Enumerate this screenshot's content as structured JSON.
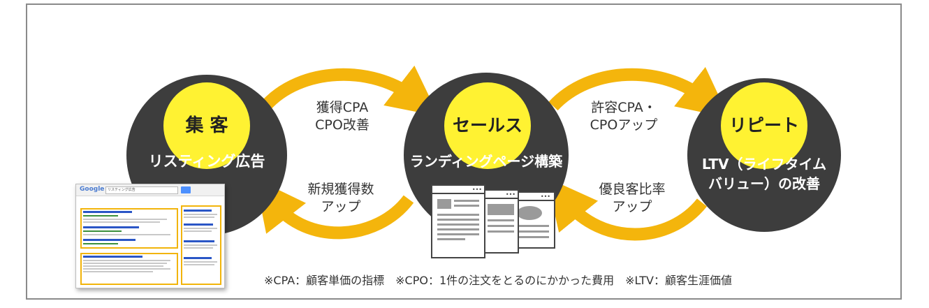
{
  "colors": {
    "circle": "#3d3d3d",
    "accent_yellow": "#fff232",
    "arrow_orange": "#f4b50c",
    "frame": "#8a8a8a",
    "text_dark": "#333333"
  },
  "stages": [
    {
      "title": "集 客",
      "subtitle_lines": [
        "リスティング広告"
      ]
    },
    {
      "title": "セールス",
      "subtitle_lines": [
        "ランディングページ構築"
      ]
    },
    {
      "title": "リピート",
      "subtitle_lines": [
        "LTV（ライフタイム",
        "バリュー）の改善"
      ]
    }
  ],
  "arrows": {
    "top_left": [
      "獲得CPA",
      "CPO改善"
    ],
    "top_right": [
      "許容CPA・",
      "CPOアップ"
    ],
    "bottom_left": [
      "新規獲得数",
      "アップ"
    ],
    "bottom_right": [
      "優良客比率",
      "アップ"
    ]
  },
  "footnote": "※CPA：顧客単価の指標　※CPO：1件の注文をとるのにかかった費用　※LTV：顧客生涯価値",
  "thumbnail": {
    "logo": "Google",
    "query": "リスティング広告",
    "icon": "search-results-icon"
  },
  "lp_pages": {
    "dots": "•••",
    "icon": "landing-page-icon"
  }
}
